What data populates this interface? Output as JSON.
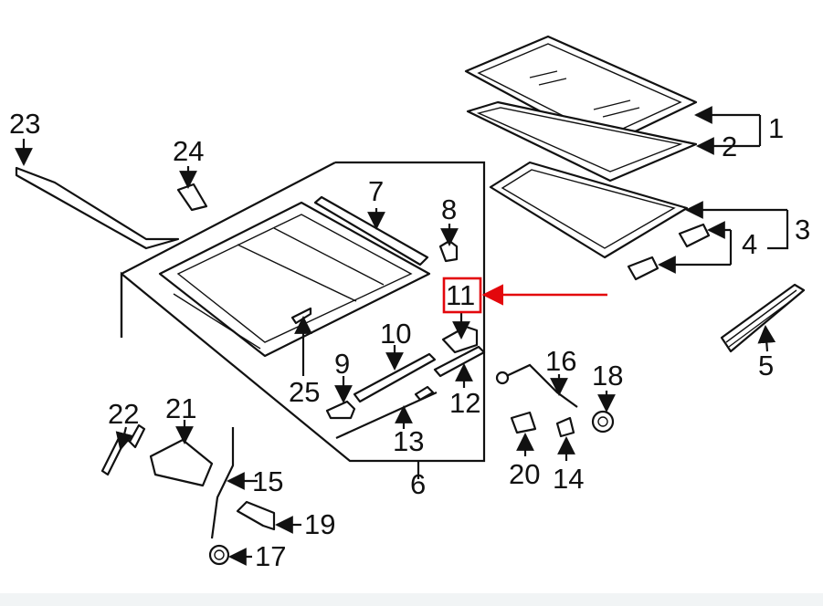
{
  "diagram": {
    "highlight_color": "#e3070c",
    "highlighted_label": "11",
    "labels": {
      "p1": "1",
      "p2": "2",
      "p3": "3",
      "p4": "4",
      "p5": "5",
      "p6": "6",
      "p7": "7",
      "p8": "8",
      "p9": "9",
      "p10": "10",
      "p11": "11",
      "p12": "12",
      "p13": "13",
      "p14": "14",
      "p15": "15",
      "p16": "16",
      "p17": "17",
      "p18": "18",
      "p19": "19",
      "p20": "20",
      "p21": "21",
      "p22": "22",
      "p23": "23",
      "p24": "24",
      "p25": "25"
    }
  }
}
